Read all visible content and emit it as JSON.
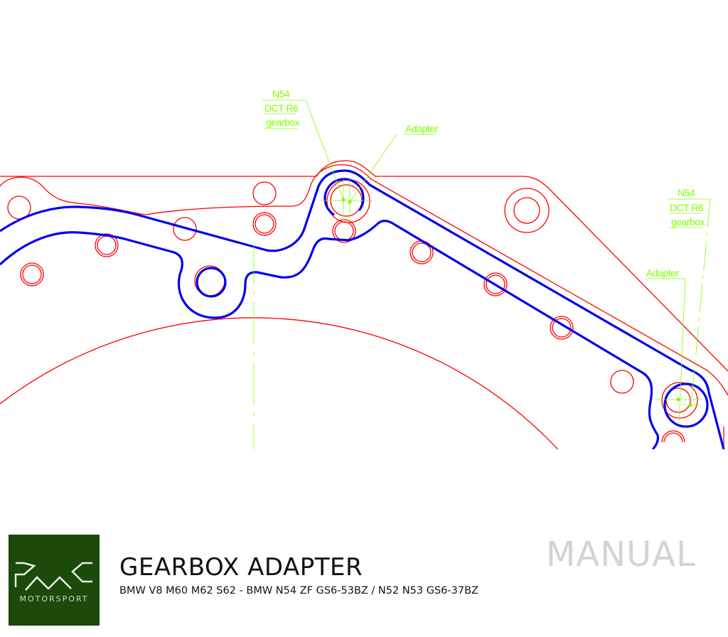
{
  "drawing": {
    "labels": {
      "top_gearbox_line1": "N54",
      "top_gearbox_line2": "DCT R6",
      "top_gearbox_line3": "gearbox",
      "top_adapter": "Adapter",
      "right_gearbox_line1": "N54",
      "right_gearbox_line2": "DCT R6",
      "right_gearbox_line3": "gearbox",
      "right_adapter": "Adapter"
    },
    "colors": {
      "gearbox": "#ff0000",
      "adapter": "#0000ee",
      "annotation": "#7fff00"
    }
  },
  "logo": {
    "brand": "PMC",
    "text": "MOTORSPORT",
    "color": "#1b4a0b"
  },
  "title": "GEARBOX ADAPTER",
  "subtitle": "BMW V8 M60 M62 S62 - BMW N54 ZF GS6-53BZ / N52 N53 GS6-37BZ",
  "badge": "MANUAL"
}
